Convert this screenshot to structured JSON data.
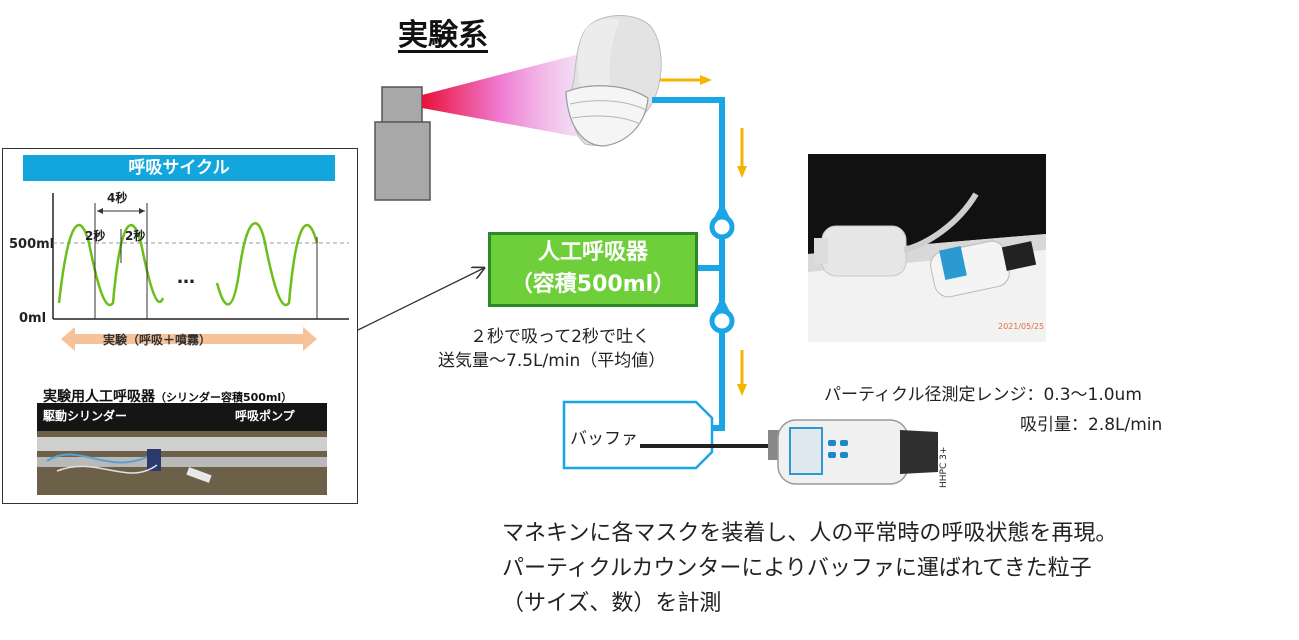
{
  "title": "実験系",
  "cycle_panel": {
    "banner": "呼吸サイクル",
    "interval_total": "4秒",
    "interval_half_a": "2秒",
    "interval_half_b": "2秒",
    "y_top": "500ml",
    "y_bottom": "0ml",
    "ellipsis": "…",
    "range_label": "実験（呼吸＋噴霧）",
    "device_caption_main": "実験用人工呼吸器",
    "device_caption_sub": "（シリンダー容積500ml）",
    "label_cylinder": "駆動シリンダー",
    "label_pump": "呼吸ポンプ"
  },
  "ventilator": {
    "title": "人工呼吸器",
    "volume": "（容積500ml）"
  },
  "breathing_note": {
    "line1": "２秒で吸って2秒で吐く",
    "line2": "送気量～7.5L/min（平均値）"
  },
  "buffer_label": "バッファ",
  "counter_specs": {
    "range": "パーティクル径測定レンジ：0.3～1.0um",
    "suction": "吸引量：2.8L/min"
  },
  "photo_date": "2021/05/25",
  "counter_model": "HHPC 3+",
  "description": {
    "line1": "マネキンに各マスクを装着し、人の平常時の呼吸状態を再現。",
    "line2": "パーティクルカウンターによりバッファに運ばれてきた粒子",
    "line3": "（サイズ、数）を計測"
  },
  "colors": {
    "tube": "#1aa6e6",
    "flow_arrow": "#f5b400",
    "ventilator_fill": "#6fcf3a",
    "banner": "#12a6dc",
    "wave": "#6abf1a",
    "range_arrow": "#f5c29a"
  }
}
